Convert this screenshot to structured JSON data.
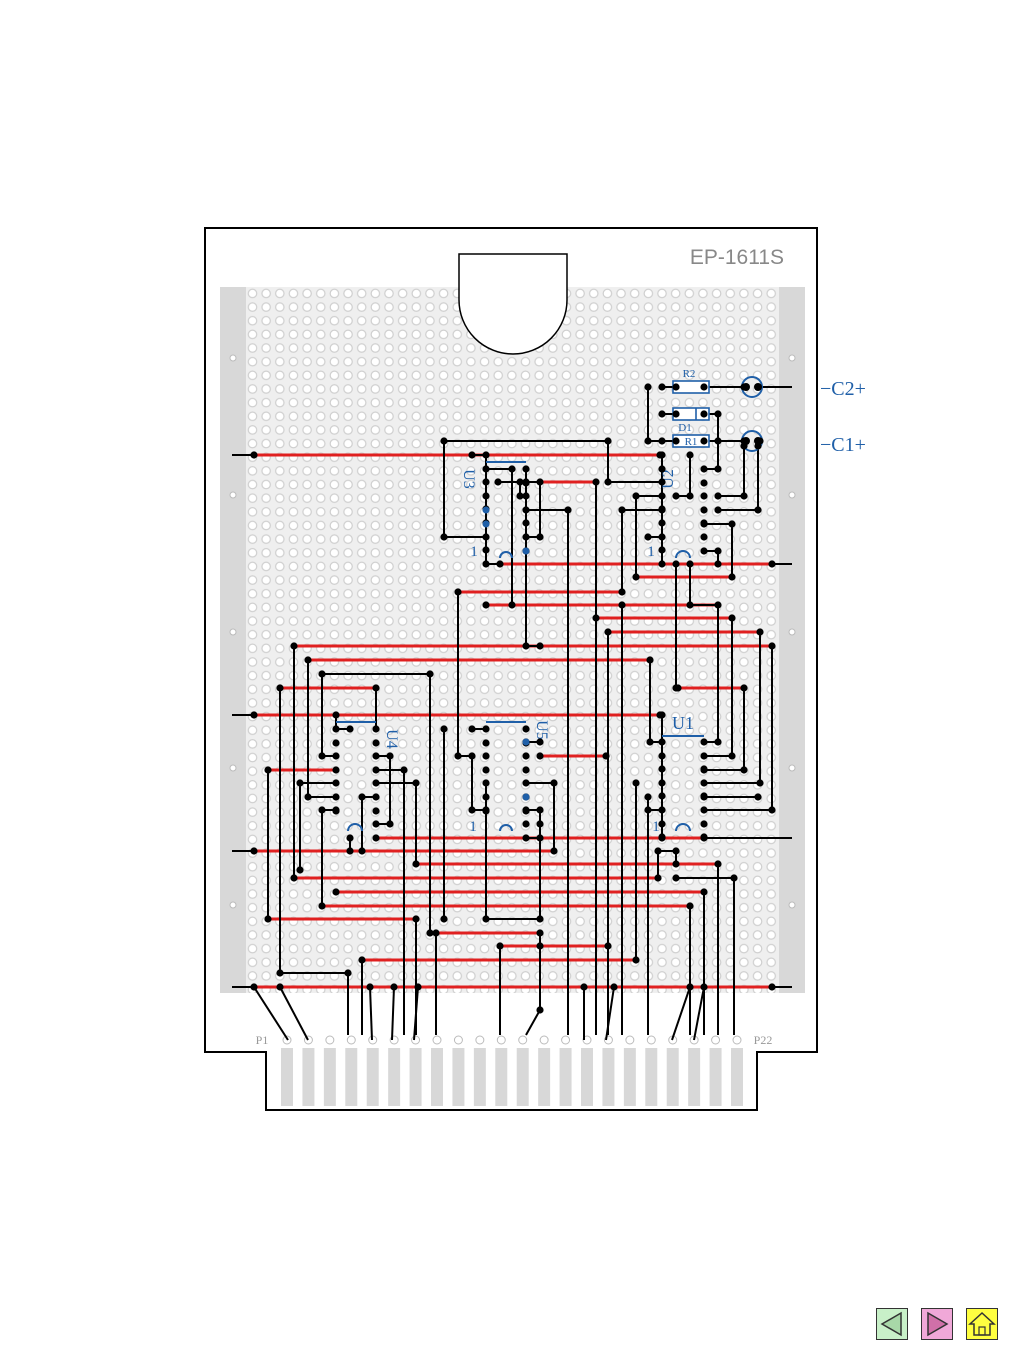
{
  "board": {
    "model": "EP-1611S",
    "pin_first": "P1",
    "pin_last": "P22",
    "capacitors": [
      {
        "label": "−C2+"
      },
      {
        "label": "−C1+"
      }
    ],
    "components": {
      "resistors": [
        "R2",
        "R1"
      ],
      "diode": "D1",
      "chips": [
        "U1",
        "U2",
        "U3",
        "U4",
        "U5"
      ],
      "pin1_marker": "1"
    },
    "edge_connector_pins": 22
  },
  "colors": {
    "outline": "#000000",
    "trace_red": "#e02020",
    "wire_black": "#000000",
    "component_blue": "#1f5fa8",
    "strip_gray": "#d8d8d8",
    "hole_gray": "#c8c8c8",
    "label_gray": "#888888"
  },
  "navigation": {
    "prev_icon": "triangle-left-icon",
    "next_icon": "triangle-right-icon",
    "home_icon": "house-icon"
  }
}
